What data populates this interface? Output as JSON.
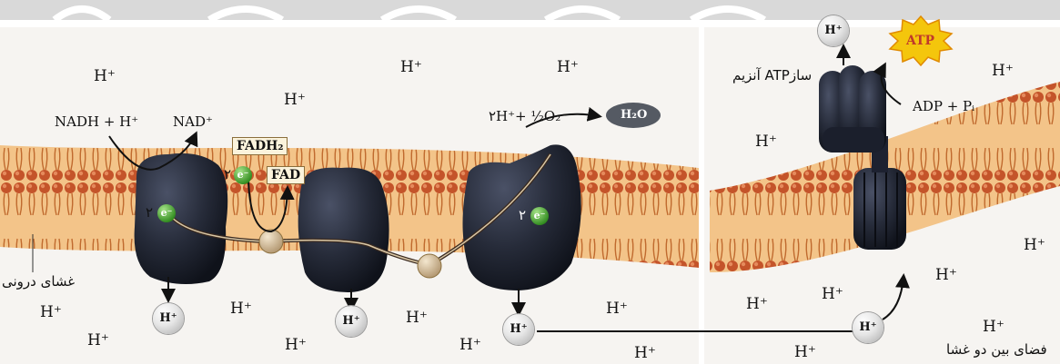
{
  "top_banner": {
    "color": "#d9d9d9"
  },
  "panels": {
    "left_background": "#f6f4f1",
    "right_background": "#f6f4f1"
  },
  "colors": {
    "membrane_tail": "#f5c58d",
    "membrane_head": "#c8552a",
    "protein": "#252a38",
    "electron": "#3f9e2b",
    "atp_burst": "#f4c60c"
  },
  "labels": {
    "nadh": "NADH + H⁺",
    "nad": "NAD⁺",
    "fadh2": "FADH₂",
    "fad": "FAD",
    "oxygen_reaction": "۲H⁺+ ½O₂",
    "water": "H₂O",
    "atp_enzyme": "آنزیم ATPساز",
    "adp": "ADP + Pᵢ",
    "atp": "ATP",
    "inner_membrane": "غشای درونی",
    "intermembrane_space": "فضای بین دو غشا",
    "proton": "H⁺",
    "electron_pair": "۲",
    "electron_symbol": "e⁻"
  }
}
